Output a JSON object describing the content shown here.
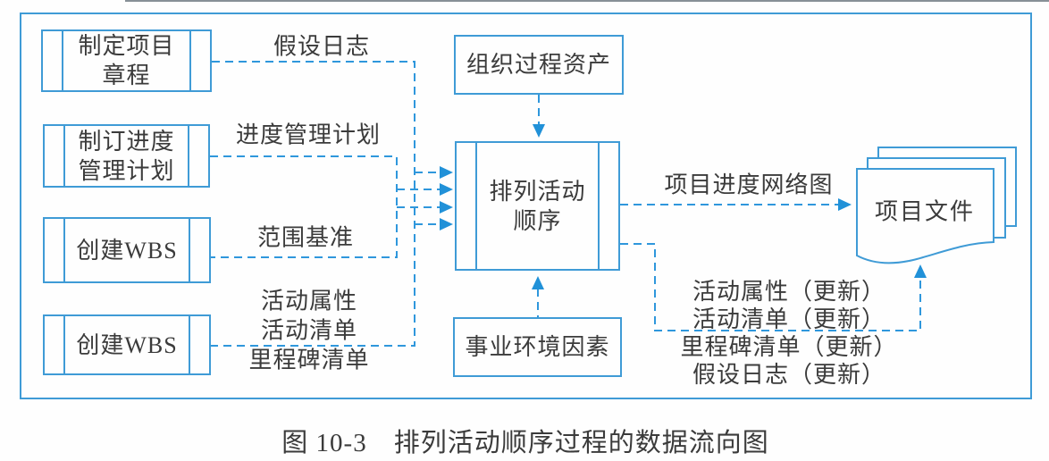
{
  "colors": {
    "line_blue": "#2f97dc",
    "border_blue": "#3f9bd6",
    "arrow_blue": "#2191d8",
    "text": "#3b3b3b"
  },
  "nodes": {
    "develop_charter": {
      "label": "制定项目\n章程"
    },
    "develop_schedule_plan": {
      "label": "制订进度\n管理计划"
    },
    "create_wbs_top": {
      "label": "创建WBS"
    },
    "create_wbs_bottom": {
      "label": "创建WBS"
    },
    "sequence_activities": {
      "label": "排列活动\n顺序"
    },
    "organizational_process_assets": {
      "label": "组织过程资产"
    },
    "enterprise_environmental_factors": {
      "label": "事业环境因素"
    },
    "project_documents": {
      "label": "项目文件"
    }
  },
  "flow_labels": {
    "assumption_log": "假设日志",
    "schedule_management_plan": "进度管理计划",
    "scope_baseline": "范围基准",
    "activity_outputs": "活动属性\n活动清单\n里程碑清单",
    "project_schedule_network_diagram": "项目进度网络图",
    "document_updates": "活动属性（更新）\n活动清单（更新）\n里程碑清单（更新）\n假设日志（更新）"
  },
  "caption": "图 10-3　排列活动顺序过程的数据流向图"
}
